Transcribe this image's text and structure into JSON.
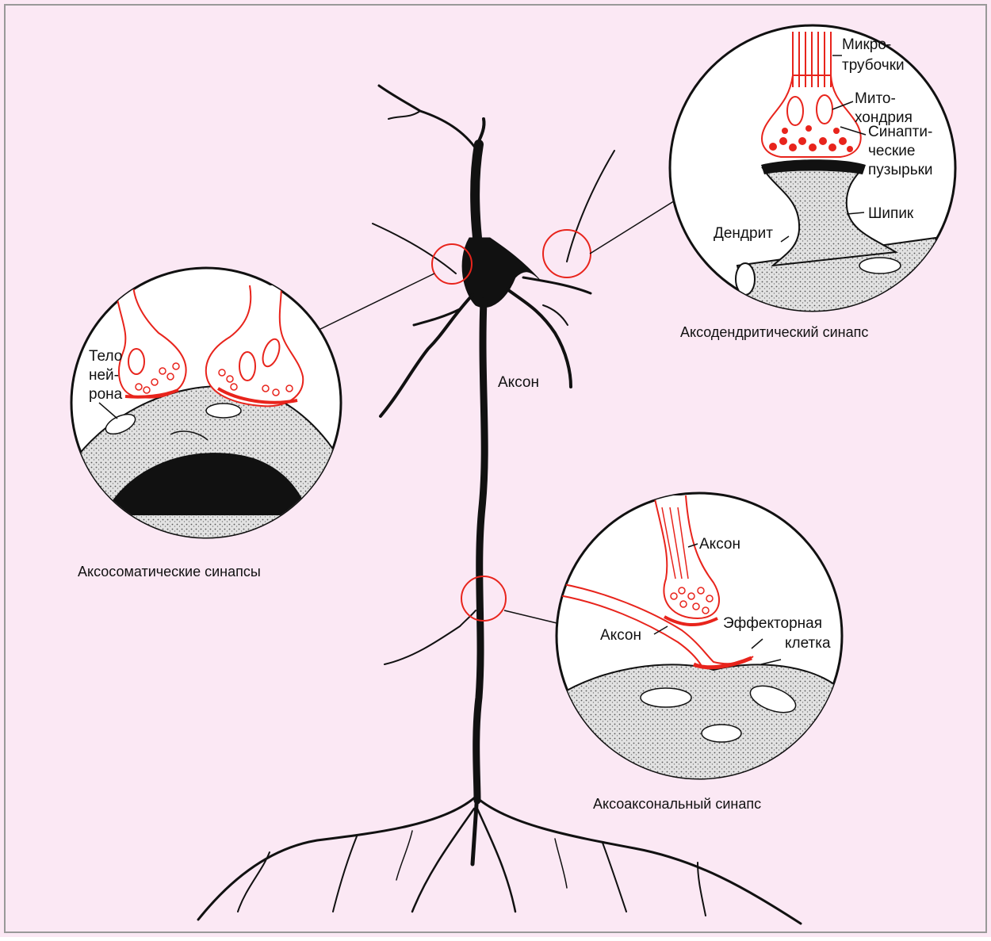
{
  "colors": {
    "background": "#fbe8f4",
    "ink": "#111111",
    "synapse_red": "#e8241c",
    "stipple": "#d6d6d6"
  },
  "labels": {
    "axon_main": "Аксон",
    "microtubules_line1": "Микро-",
    "microtubules_line2": "трубочки",
    "mitochondrion_line1": "Мито-",
    "mitochondrion_line2": "хондрия",
    "vesicles_line1": "Синапти-",
    "vesicles_line2": "ческие",
    "vesicles_line3": "пузырьки",
    "spine": "Шипик",
    "dendrite": "Дендрит",
    "neuron_body_line1": "Тело",
    "neuron_body_line2": "ней-",
    "neuron_body_line3": "рона",
    "axon_upper": "Аксон",
    "axon_lower": "Аксон",
    "effector_line1": "Эффекторная",
    "effector_line2": "клетка"
  },
  "captions": {
    "axodendritic": "Аксодендритический синапс",
    "axosomatic": "Аксосоматические синапсы",
    "axoaxonal": "Аксоаксональный синапс"
  }
}
